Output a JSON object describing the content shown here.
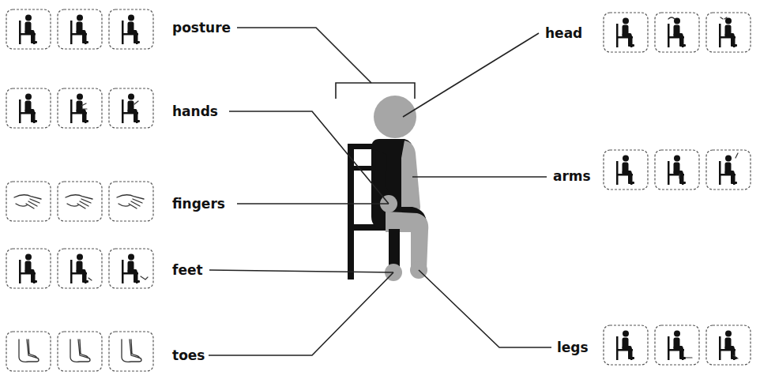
{
  "diagram": {
    "labels": [
      "posture",
      "head",
      "hands",
      "arms",
      "fingers",
      "feet",
      "toes",
      "legs"
    ]
  }
}
